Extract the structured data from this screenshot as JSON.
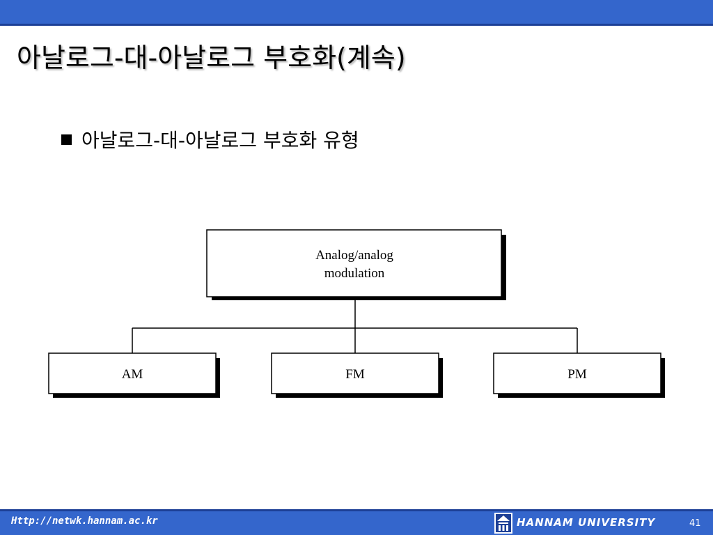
{
  "slide": {
    "title": "아날로그-대-아날로그 부호화(계속)",
    "bullet": "아날로그-대-아날로그 부호화 유형",
    "theme_color": "#3466cc"
  },
  "diagram": {
    "root": {
      "line1": "Analog/analog",
      "line2": "modulation"
    },
    "children": [
      {
        "label": "AM"
      },
      {
        "label": "FM"
      },
      {
        "label": "PM"
      }
    ]
  },
  "footer": {
    "url": "Http://netwk.hannam.ac.kr",
    "logo_icon": "hannam-logo-icon",
    "university": "HANNAM  UNIVERSITY",
    "page_number": "41"
  }
}
